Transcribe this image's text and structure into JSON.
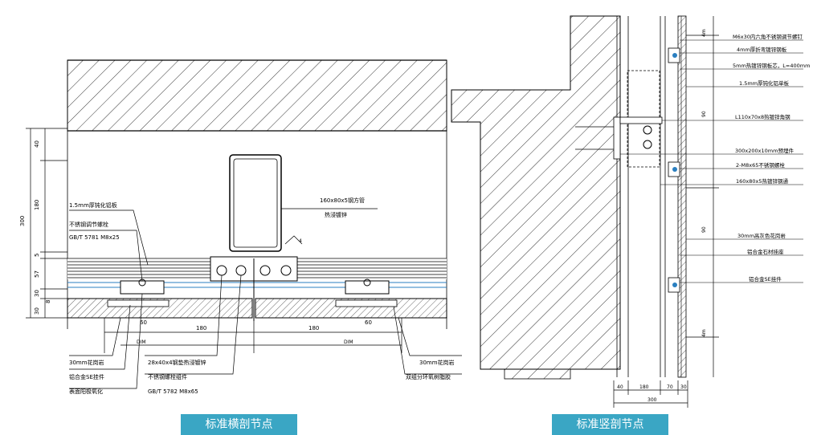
{
  "captions": {
    "horizontal": "标准横剖节点",
    "vertical": "标准竖剖节点"
  },
  "left_labels": {
    "l1": "1.5mm厚钝化铝板",
    "l2": "不锈钢调节螺栓",
    "l3": "GB/T 5781 M8x25",
    "l4": "160x80x5钢方管",
    "l5": "热浸镀锌",
    "l6": "30mm花岗岩",
    "l7": "铝合金SE挂件",
    "l8": "表面阳极氧化",
    "l9": "28x40x4钢垫热浸镀锌",
    "l10": "不锈钢螺栓组件",
    "l11": "GB/T 5782 M8x65",
    "l12": "30mm花岗岩",
    "l13": "双组分环氧树脂胶"
  },
  "left_dims": {
    "d_total": "300",
    "d1": "40",
    "d2": "180",
    "d3": "5",
    "d4": "57",
    "d5": "30",
    "d6": "8",
    "d7": "30",
    "w1": "180",
    "w2": "180",
    "w3": "60",
    "w4": "60",
    "dim1": "DIM",
    "dim2": "DIM",
    "weld": "4"
  },
  "right_labels": {
    "r1": "M6x30内六角不锈钢调节螺钉",
    "r2": "4mm厚折弯镀锌钢板",
    "r3": "5mm热镀锌钢板芯，L=400mm",
    "r4": "1.5mm厚钝化铝单板",
    "r5": "L110x70x8热镀锌角钢",
    "r6": "300x200x10mm预埋件",
    "r7": "2-M8x65不锈钢螺栓",
    "r8": "160x80x5热镀锌钢通",
    "r9": "30mm高灰色花岗岩",
    "r10": "铝合金石材挂座",
    "r11": "铝合金SE挂件"
  },
  "right_dims": {
    "top": "4m",
    "v1": "90",
    "v2": "90",
    "bottom": "4m",
    "b1": "40",
    "b2": "180",
    "b3": "70",
    "b4": "30",
    "b_total": "300"
  },
  "colors": {
    "caption_bg": "#3aa6c4",
    "line": "#000000",
    "accent": "#2a7fc0"
  }
}
